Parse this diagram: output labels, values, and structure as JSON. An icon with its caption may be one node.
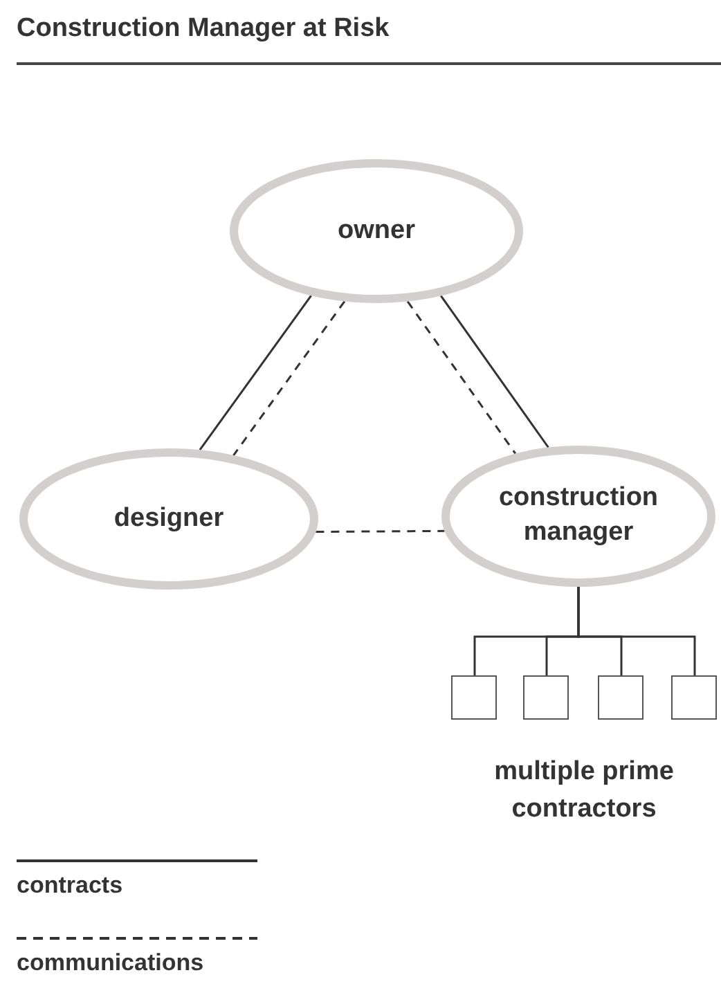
{
  "diagram": {
    "title": "Construction Manager at Risk",
    "nodes": [
      {
        "text": [
          "owner"
        ]
      },
      {
        "text": [
          "designer"
        ]
      },
      {
        "text": [
          "construction manager"
        ]
      },
      {
        "text": [],
        "shape": "box"
      },
      {
        "text": [],
        "shape": "box"
      },
      {
        "text": [],
        "shape": "box"
      },
      {
        "text": [],
        "shape": "box"
      }
    ],
    "edges": [
      {
        "from": 0,
        "to": 1,
        "arrow": "none"
      },
      {
        "from": 0,
        "to": 1,
        "arrow": "none",
        "style": "dashed"
      },
      {
        "from": 0,
        "to": 2,
        "arrow": "none",
        "style": "dashed"
      },
      {
        "from": 0,
        "to": 2,
        "arrow": "none"
      },
      {
        "from": 1,
        "to": 2,
        "arrow": "none",
        "style": "dashed"
      },
      {
        "from": 2,
        "to": 3,
        "arrow": "none"
      },
      {
        "from": 2,
        "to": 4,
        "arrow": "none"
      },
      {
        "from": 2,
        "to": 5,
        "arrow": "none"
      },
      {
        "from": 2,
        "to": 6,
        "arrow": "none"
      }
    ],
    "labels": [
      "multiple prime contractors"
    ],
    "legend": [
      {
        "text": "contracts"
      },
      {
        "text": "communications"
      }
    ]
  }
}
